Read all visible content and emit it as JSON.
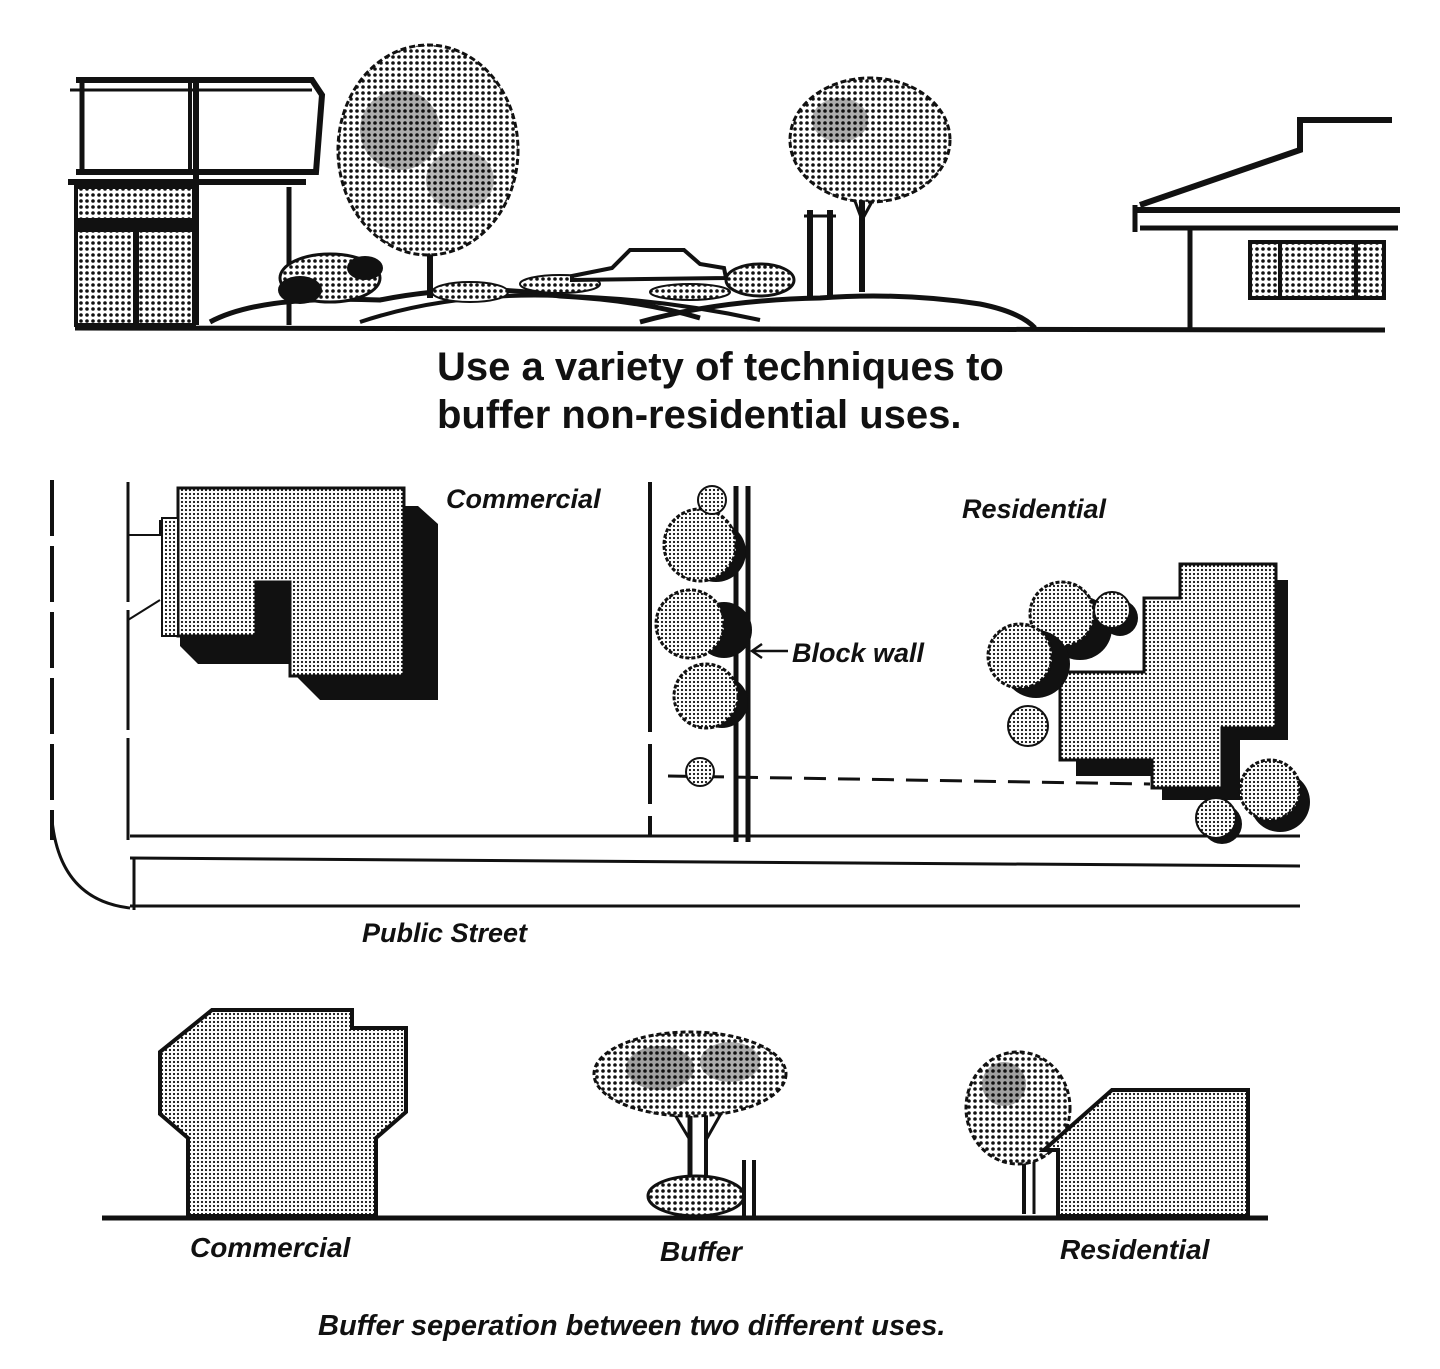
{
  "diagram": {
    "headline": {
      "line1": "Use a variety of techniques to",
      "line2": "buffer non-residential uses."
    },
    "plan": {
      "commercial_label": "Commercial",
      "residential_label": "Residential",
      "block_wall_label": "Block wall",
      "street_label": "Public Street"
    },
    "section": {
      "commercial_label": "Commercial",
      "buffer_label": "Buffer",
      "residential_label": "Residential"
    },
    "caption": "Buffer seperation between two different uses."
  }
}
